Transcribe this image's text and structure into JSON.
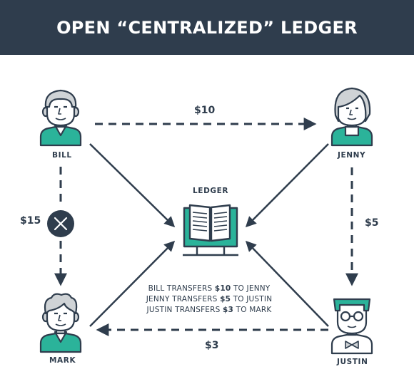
{
  "title": "OPEN “CENTRALIZED” LEDGER",
  "colors": {
    "header_bg": "#2f3d4d",
    "accent": "#2bb39a",
    "ink": "#2f3d4d",
    "skin": "#cfd3d6"
  },
  "participants": [
    {
      "id": "bill",
      "name": "BILL"
    },
    {
      "id": "jenny",
      "name": "JENNY"
    },
    {
      "id": "mark",
      "name": "MARK"
    },
    {
      "id": "justin",
      "name": "JUSTIN"
    }
  ],
  "ledger": {
    "label": "LEDGER",
    "icon": "ledger-book-monitor-icon"
  },
  "transfers": [
    {
      "from": "BILL",
      "to": "JENNY",
      "amount": "$10",
      "status": "recorded"
    },
    {
      "from": "JENNY",
      "to": "JUSTIN",
      "amount": "$5",
      "status": "recorded"
    },
    {
      "from": "JUSTIN",
      "to": "MARK",
      "amount": "$3",
      "status": "recorded"
    },
    {
      "from": "BILL",
      "to": "MARK",
      "amount": "$15",
      "status": "rejected",
      "icon": "cancel-x-icon"
    }
  ],
  "ledger_entries": [
    {
      "pre": "BILL TRANSFERS ",
      "amount": "$10",
      "post": " TO JENNY"
    },
    {
      "pre": "JENNY TRANSFERS ",
      "amount": "$5",
      "post": " TO JUSTIN"
    },
    {
      "pre": "JUSTIN TRANSFERS ",
      "amount": "$3",
      "post": " TO MARK"
    }
  ]
}
